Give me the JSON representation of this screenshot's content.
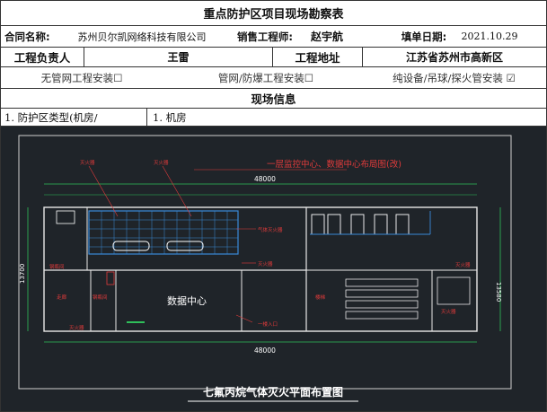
{
  "form": {
    "title": "重点防护区项目现场勘察表",
    "contract_label": "合同名称:",
    "contract_value": "苏州贝尔凯网络科技有限公司",
    "sales_label": "销售工程师:",
    "sales_value": "赵宇航",
    "date_label": "填单日期:",
    "date_value": "2021.10.29",
    "owner_label": "工程负责人",
    "owner_value": "王雷",
    "site_label": "工程地址",
    "site_value": "江苏省苏州市高新区",
    "options": [
      "无管网工程安装☐",
      "管网/防爆工程安装☐",
      "纯设备/吊球/探火管安装 ☑"
    ],
    "section_title": "现场信息",
    "zone_type_label": "1. 防护区类型(机房/",
    "zone_type_value": "1. 机房"
  },
  "drawing": {
    "title": "七氟丙烷气体灭火平面布置图",
    "subtitle": "一层监控中心、数据中心布局图(改)",
    "dim_top": "48000",
    "dim_bottom": "48000",
    "dim_left": "13700",
    "dim_right": "13580",
    "room_label": "数据中心",
    "red_labels": [
      "灭火器",
      "灭火器",
      "气体灭火器",
      "灭火器",
      "钢瓶间",
      "灭火器",
      "钢瓶间",
      "灭火器",
      "灭火器",
      "一楼入口",
      "走廊",
      "楼梯"
    ],
    "colors": {
      "background": "#1f2429",
      "wall": "#e8e8e8",
      "dimension": "#2fbf5a",
      "annotation": "#e23b3b",
      "equipment": "#3a8ad8"
    }
  }
}
